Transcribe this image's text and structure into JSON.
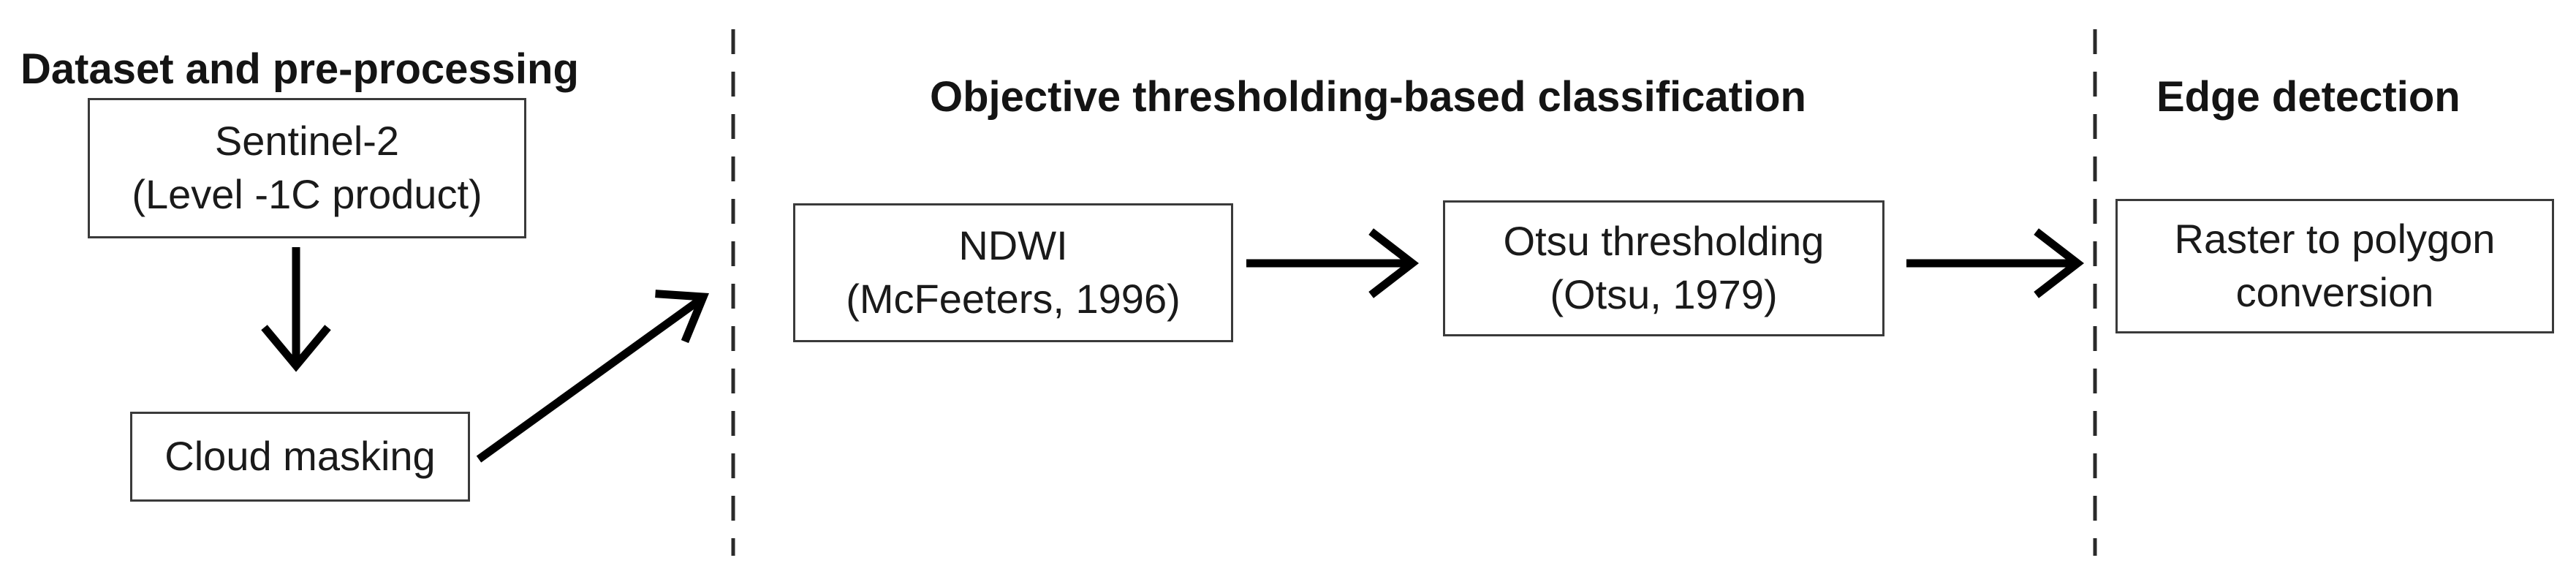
{
  "sections": {
    "preprocessing": {
      "title": "Dataset and pre-processing"
    },
    "classification": {
      "title": "Objective thresholding-based classification"
    },
    "edge": {
      "title": "Edge detection"
    }
  },
  "nodes": {
    "sentinel": {
      "line1": "Sentinel-2",
      "line2": "(Level -1C product)"
    },
    "cloud": {
      "line1": "Cloud masking"
    },
    "ndwi": {
      "line1": "NDWI",
      "line2": "(McFeeters, 1996)"
    },
    "otsu": {
      "line1": "Otsu thresholding",
      "line2": "(Otsu, 1979)"
    },
    "raster": {
      "line1": "Raster to polygon",
      "line2": "conversion"
    }
  },
  "edges": [
    {
      "from": "sentinel",
      "to": "cloud"
    },
    {
      "from": "cloud",
      "to": "ndwi"
    },
    {
      "from": "ndwi",
      "to": "otsu"
    },
    {
      "from": "otsu",
      "to": "raster"
    }
  ],
  "colors": {
    "text": "#1a1a1a",
    "box_border": "#3a3a3a",
    "arrow": "#000000",
    "divider": "#2a2a2a",
    "background": "#ffffff"
  }
}
